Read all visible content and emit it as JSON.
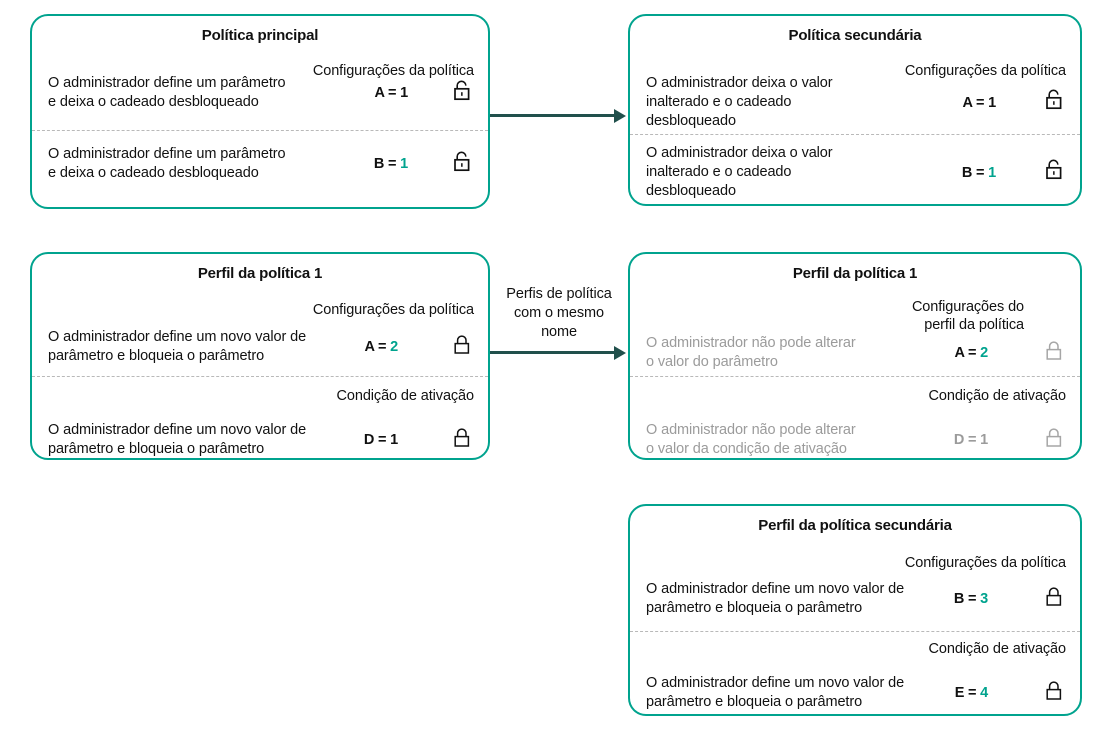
{
  "theme": {
    "card_border": "#00a38e",
    "accent_value": "#00a38e",
    "arrow": "#21504c",
    "text": "#111111",
    "muted": "#9b9b9b",
    "divider": "#b9b9b9",
    "background": "#ffffff"
  },
  "cards": [
    {
      "id": "policy-main",
      "title": "Política principal",
      "rows": [
        {
          "section_header": "Configurações da política",
          "description": "O administrador define um parâmetro\ne deixa o cadeado desbloqueado",
          "key": "A =",
          "value": "1",
          "value_highlighted": false,
          "lock": "unlocked-icon",
          "muted": false
        },
        {
          "section_header": "",
          "description": "O administrador define um parâmetro\ne deixa o cadeado desbloqueado",
          "key": "B =",
          "value": "1",
          "value_highlighted": true,
          "lock": "unlocked-icon",
          "muted": false
        }
      ]
    },
    {
      "id": "policy-secondary",
      "title": "Política secundária",
      "rows": [
        {
          "section_header": "Configurações da política",
          "description": "O administrador deixa o valor\ninalterado e o cadeado\ndesbloqueado",
          "key": "A =",
          "value": "1",
          "value_highlighted": false,
          "lock": "unlocked-icon",
          "muted": false
        },
        {
          "section_header": "",
          "description": "O administrador deixa o valor\ninalterado e o cadeado\ndesbloqueado",
          "key": "B =",
          "value": "1",
          "value_highlighted": true,
          "lock": "unlocked-icon",
          "muted": false
        }
      ]
    },
    {
      "id": "policy-profile-1-left",
      "title": "Perfil da política 1",
      "rows": [
        {
          "section_header": "Configurações da política",
          "description": "O administrador define um novo valor de\nparâmetro e bloqueia o parâmetro",
          "key": "A =",
          "value": "2",
          "value_highlighted": true,
          "lock": "locked-icon",
          "muted": false
        },
        {
          "section_header": "Condição de ativação",
          "description": "O administrador define um novo valor de\nparâmetro e bloqueia o parâmetro",
          "key": "D =",
          "value": "1",
          "value_highlighted": false,
          "lock": "locked-icon",
          "muted": false
        }
      ]
    },
    {
      "id": "policy-profile-1-right",
      "title": "Perfil da política 1",
      "rows": [
        {
          "section_header": "Configurações do\nperfil da política",
          "description": "O administrador não pode alterar\no valor do parâmetro",
          "key": "A =",
          "value": "2",
          "value_highlighted": true,
          "lock": "locked-icon",
          "muted": true
        },
        {
          "section_header": "Condição de ativação",
          "description": "O administrador não pode alterar\no valor da condição de ativação",
          "key": "D =",
          "value": "1",
          "value_highlighted": false,
          "lock": "locked-icon",
          "muted": true
        }
      ]
    },
    {
      "id": "policy-profile-secondary",
      "title": "Perfil da política secundária",
      "rows": [
        {
          "section_header": "Configurações da política",
          "description": "O administrador define um novo valor de\nparâmetro e bloqueia o parâmetro",
          "key": "B =",
          "value": "3",
          "value_highlighted": true,
          "lock": "locked-icon",
          "muted": false
        },
        {
          "section_header": "Condição de ativação",
          "description": "O administrador define um novo valor de\nparâmetro e bloqueia o parâmetro",
          "key": "E =",
          "value": "4",
          "value_highlighted": true,
          "lock": "locked-icon",
          "muted": false
        }
      ]
    }
  ],
  "arrows": [
    {
      "id": "arrow-top",
      "label": ""
    },
    {
      "id": "arrow-middle",
      "label": "Perfis de política\ncom o mesmo\nnome"
    }
  ]
}
